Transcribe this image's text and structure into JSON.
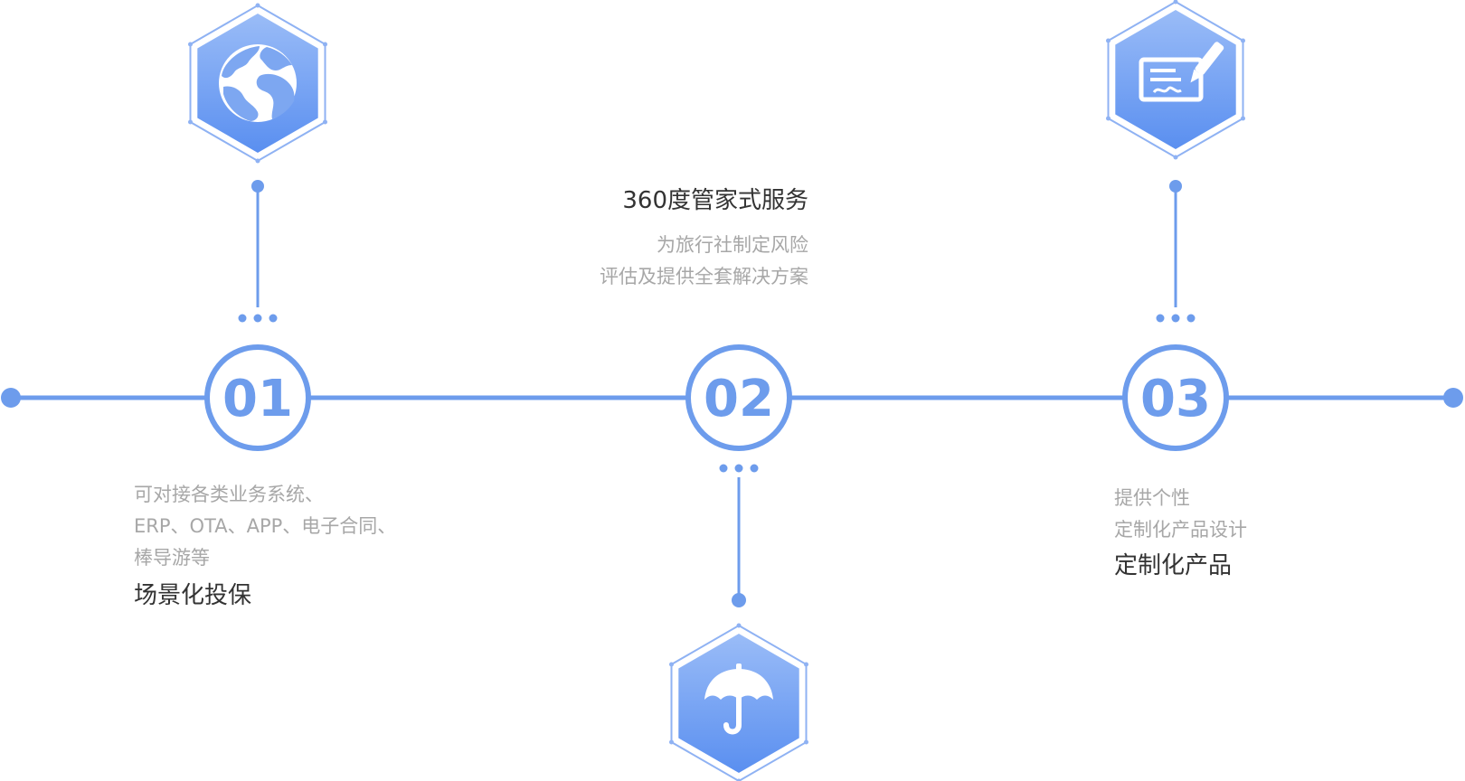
{
  "colors": {
    "accent": "#6d9cec",
    "hex_gradient_top": "#93b7f6",
    "hex_gradient_bottom": "#5a8ff0",
    "icon_fill": "#ffffff",
    "title_text": "#333333",
    "desc_text": "#a7a7a7"
  },
  "steps": [
    {
      "number": "01",
      "icon": "globe-icon",
      "icon_position": "above",
      "text_position": "below-left",
      "description_lines": [
        "可对接各类业务系统、",
        "ERP、OTA、APP、电子合同、",
        "棒导游等"
      ],
      "title": "场景化投保"
    },
    {
      "number": "02",
      "icon": "umbrella-icon",
      "icon_position": "below",
      "text_position": "above-left",
      "title": "360度管家式服务",
      "description_lines": [
        "为旅行社制定风险",
        "评估及提供全套解决方案"
      ]
    },
    {
      "number": "03",
      "icon": "contract-signing-icon",
      "icon_position": "above",
      "text_position": "below-right",
      "description_lines": [
        "提供个性",
        "定制化产品设计"
      ],
      "title": "定制化产品"
    }
  ]
}
